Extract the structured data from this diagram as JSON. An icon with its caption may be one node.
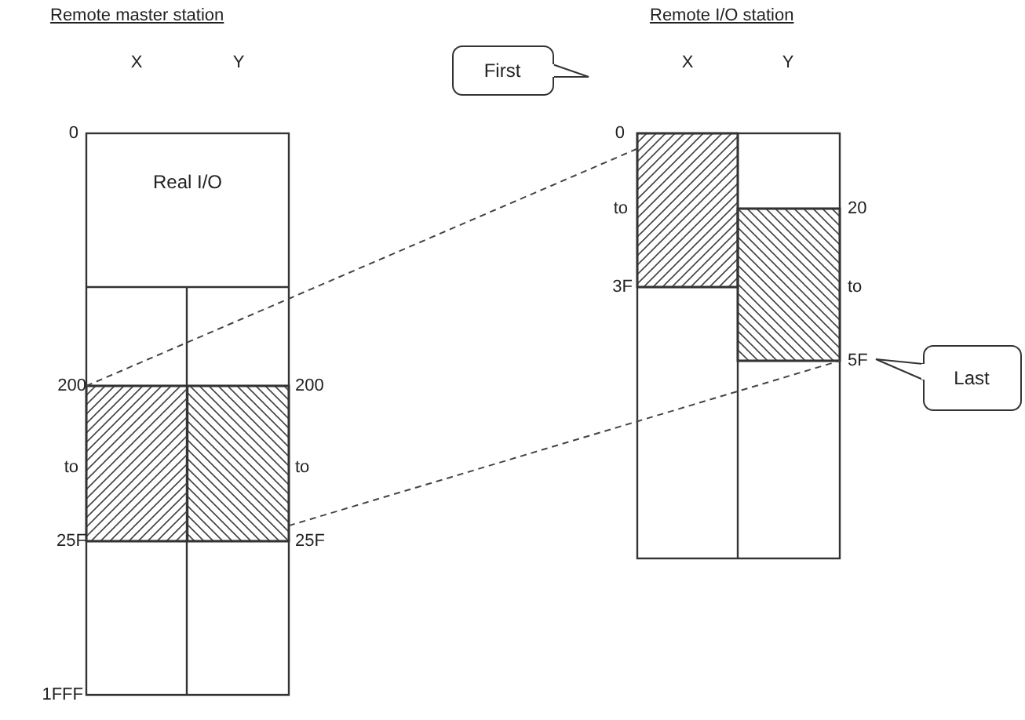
{
  "diagram": {
    "nodes": [
      {
        "text": [
          "Real I/O"
        ]
      },
      {
        "text": [],
        "shape": "box"
      },
      {
        "text": [],
        "shape": "box"
      },
      {
        "text": [],
        "shape": "box"
      },
      {
        "text": [
          "First"
        ]
      },
      {
        "text": [
          "Last"
        ]
      }
    ],
    "edges": [
      {
        "from": 1,
        "to": 2,
        "arrow": "none",
        "style": "dashed"
      },
      {
        "from": 1,
        "to": 3,
        "arrow": "none",
        "style": "dashed"
      }
    ],
    "labels": [
      "Remote master station",
      "X",
      "Y",
      "0",
      "200",
      "200",
      "to",
      "to",
      "25F",
      "25F",
      "1FFF",
      "Remote I/O station",
      "X",
      "Y",
      "0",
      "to",
      "3F",
      "20",
      "to",
      "5F"
    ]
  }
}
